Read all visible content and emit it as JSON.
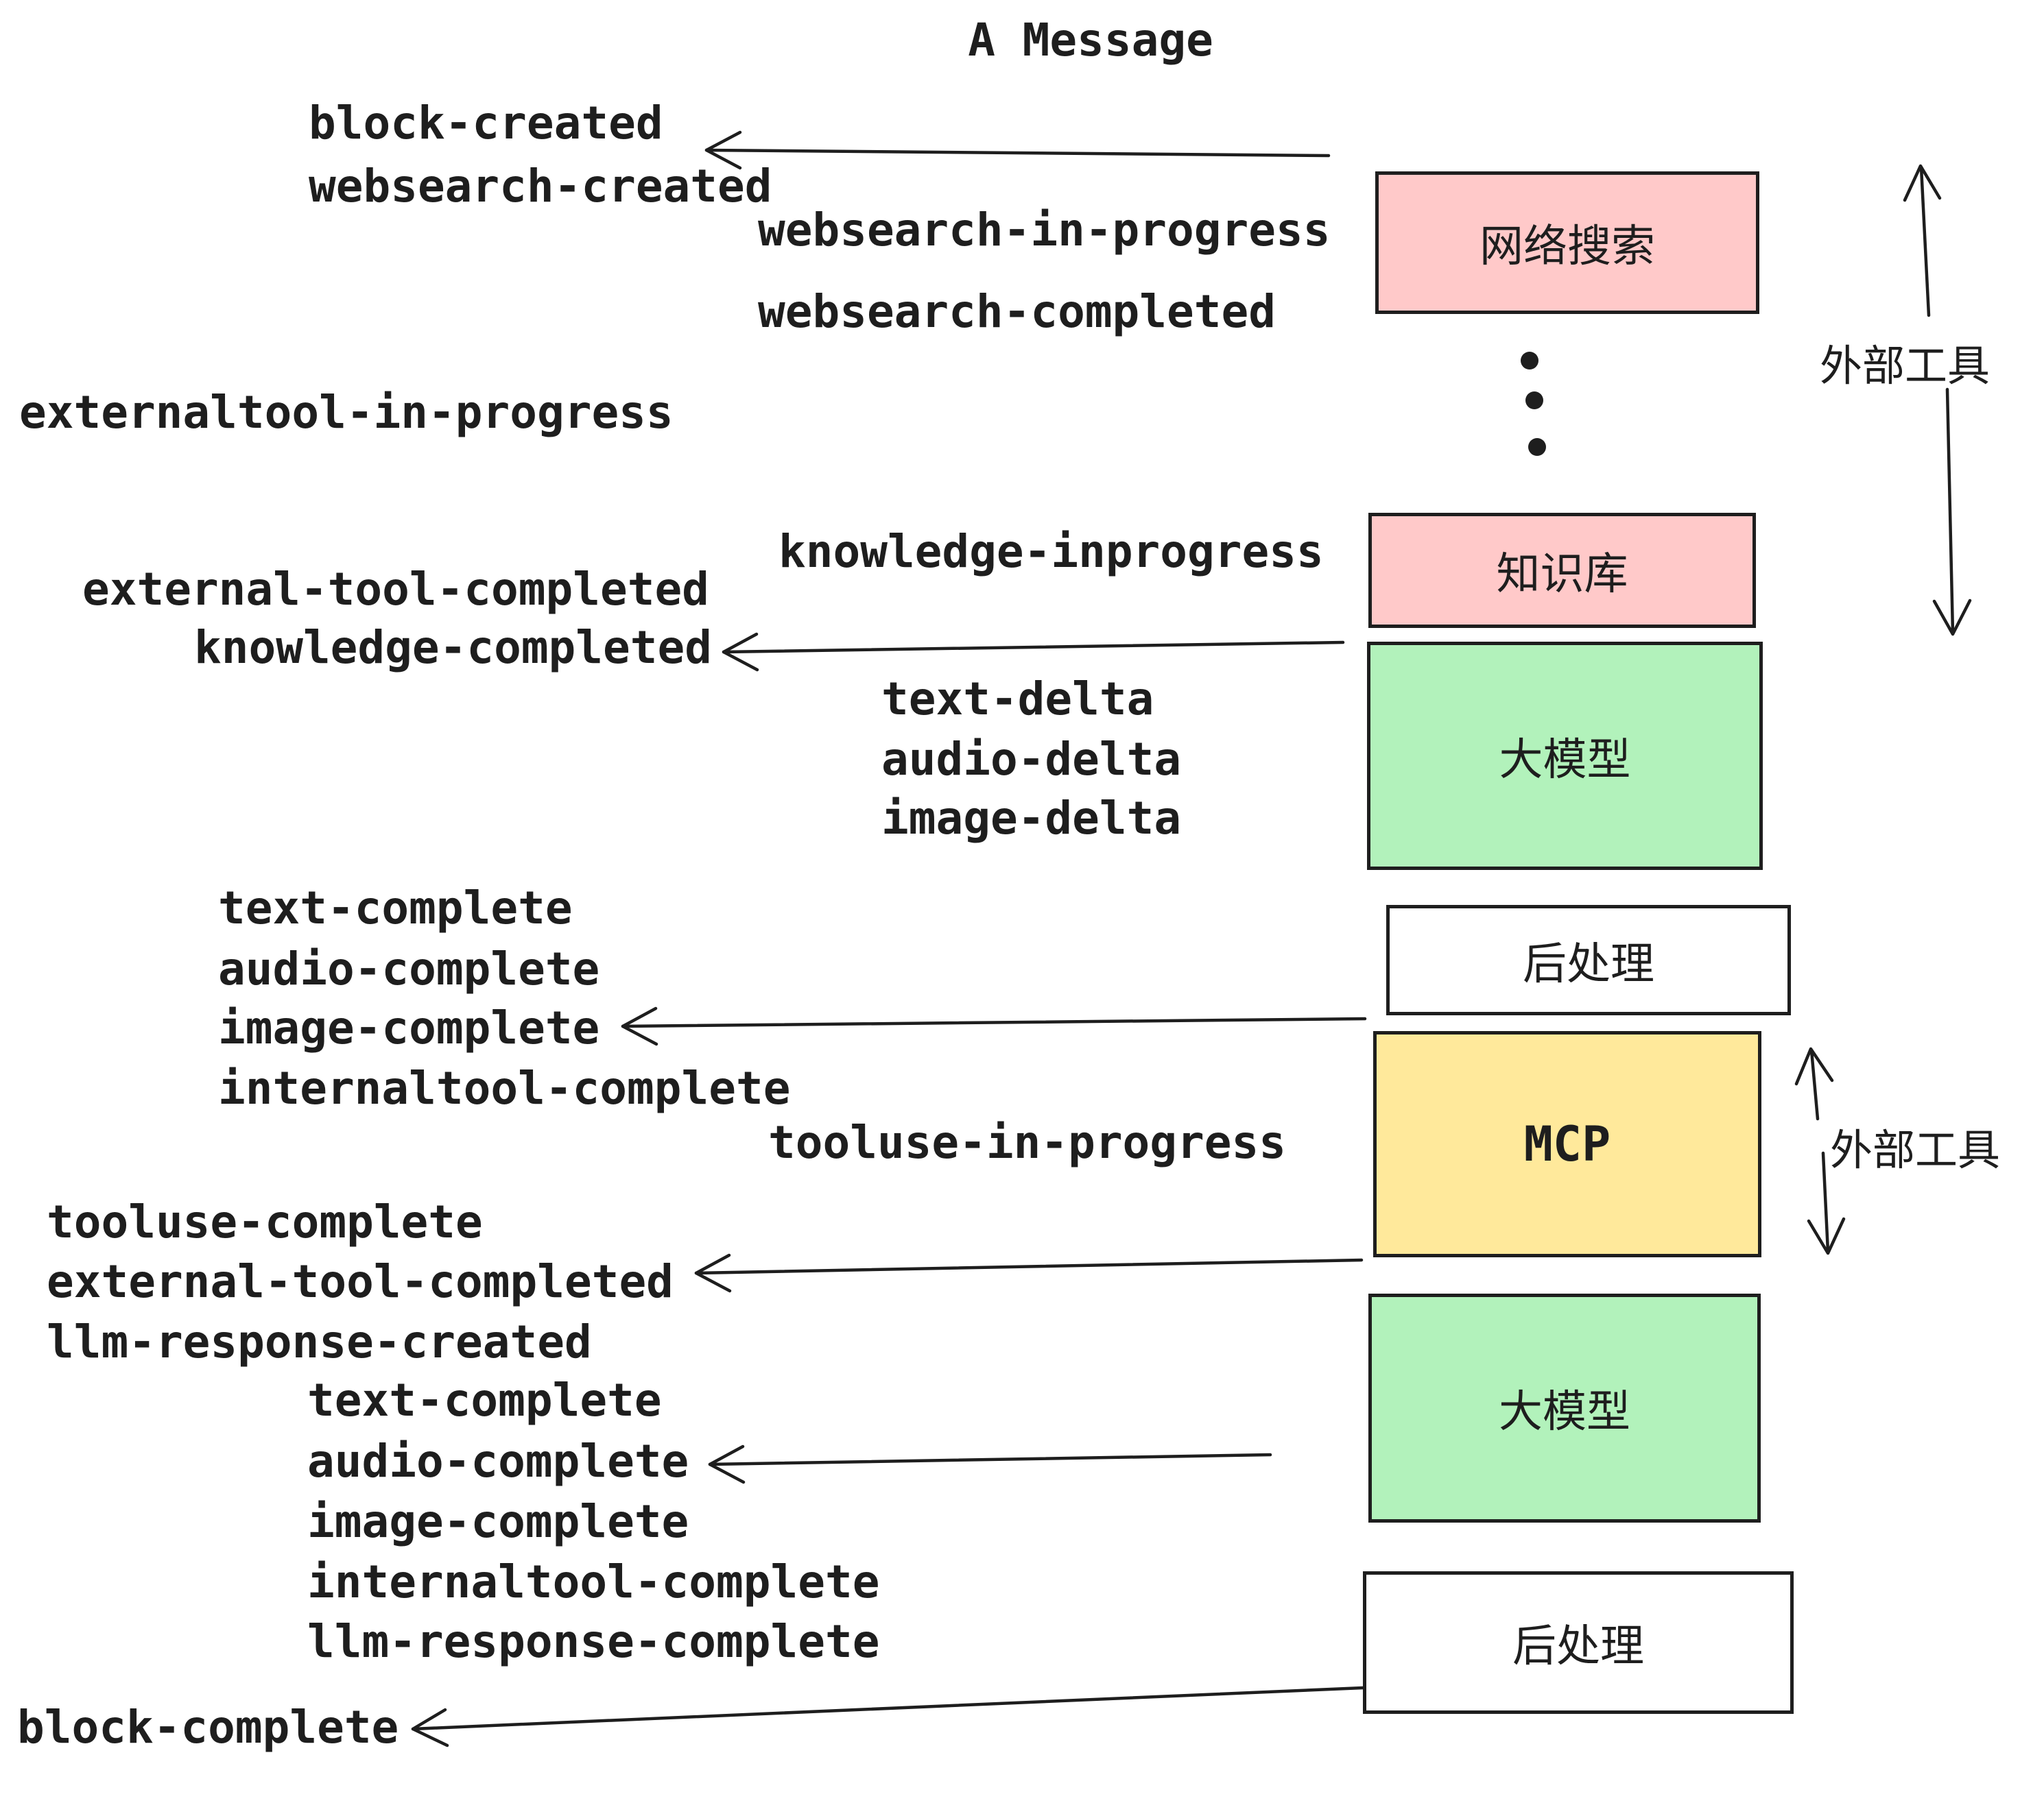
{
  "title": "A Message",
  "colors": {
    "ink": "#1e1e1e",
    "background": "#ffffff",
    "pink": "#ffc9c9",
    "green": "#b2f2bb",
    "yellow": "#ffe99b"
  },
  "boxes": {
    "websearch": "网络搜索",
    "knowledge": "知识库",
    "llm_1": "大模型",
    "postprocess_1": "后处理",
    "mcp": "MCP",
    "llm_2": "大模型",
    "postprocess_2": "后处理"
  },
  "annotations": {
    "external_tools_1": "外部工具",
    "external_tools_2": "外部工具"
  },
  "events": {
    "block_created": "block-created",
    "websearch_created": "websearch-created",
    "websearch_in_progress": "websearch-in-progress",
    "websearch_completed": "websearch-completed",
    "externaltool_in_progress": "externaltool-in-progress",
    "knowledge_inprogress": "knowledge-inprogress",
    "external_tool_completed": "external-tool-completed",
    "knowledge_completed": "knowledge-completed",
    "text_delta": "text-delta",
    "audio_delta": "audio-delta",
    "image_delta": "image-delta",
    "text_complete": "text-complete",
    "audio_complete": "audio-complete",
    "image_complete": "image-complete",
    "internaltool_complete": "internaltool-complete",
    "tooluse_in_progress": "tooluse-in-progress",
    "tooluse_complete": "tooluse-complete",
    "external_tool_completed_2": "external-tool-completed",
    "llm_response_created": "llm-response-created",
    "text_complete_2": "text-complete",
    "audio_complete_2": "audio-complete",
    "image_complete_2": "image-complete",
    "internaltool_complete_2": "internaltool-complete",
    "llm_response_complete": "llm-response-complete",
    "block_complete": "block-complete"
  }
}
